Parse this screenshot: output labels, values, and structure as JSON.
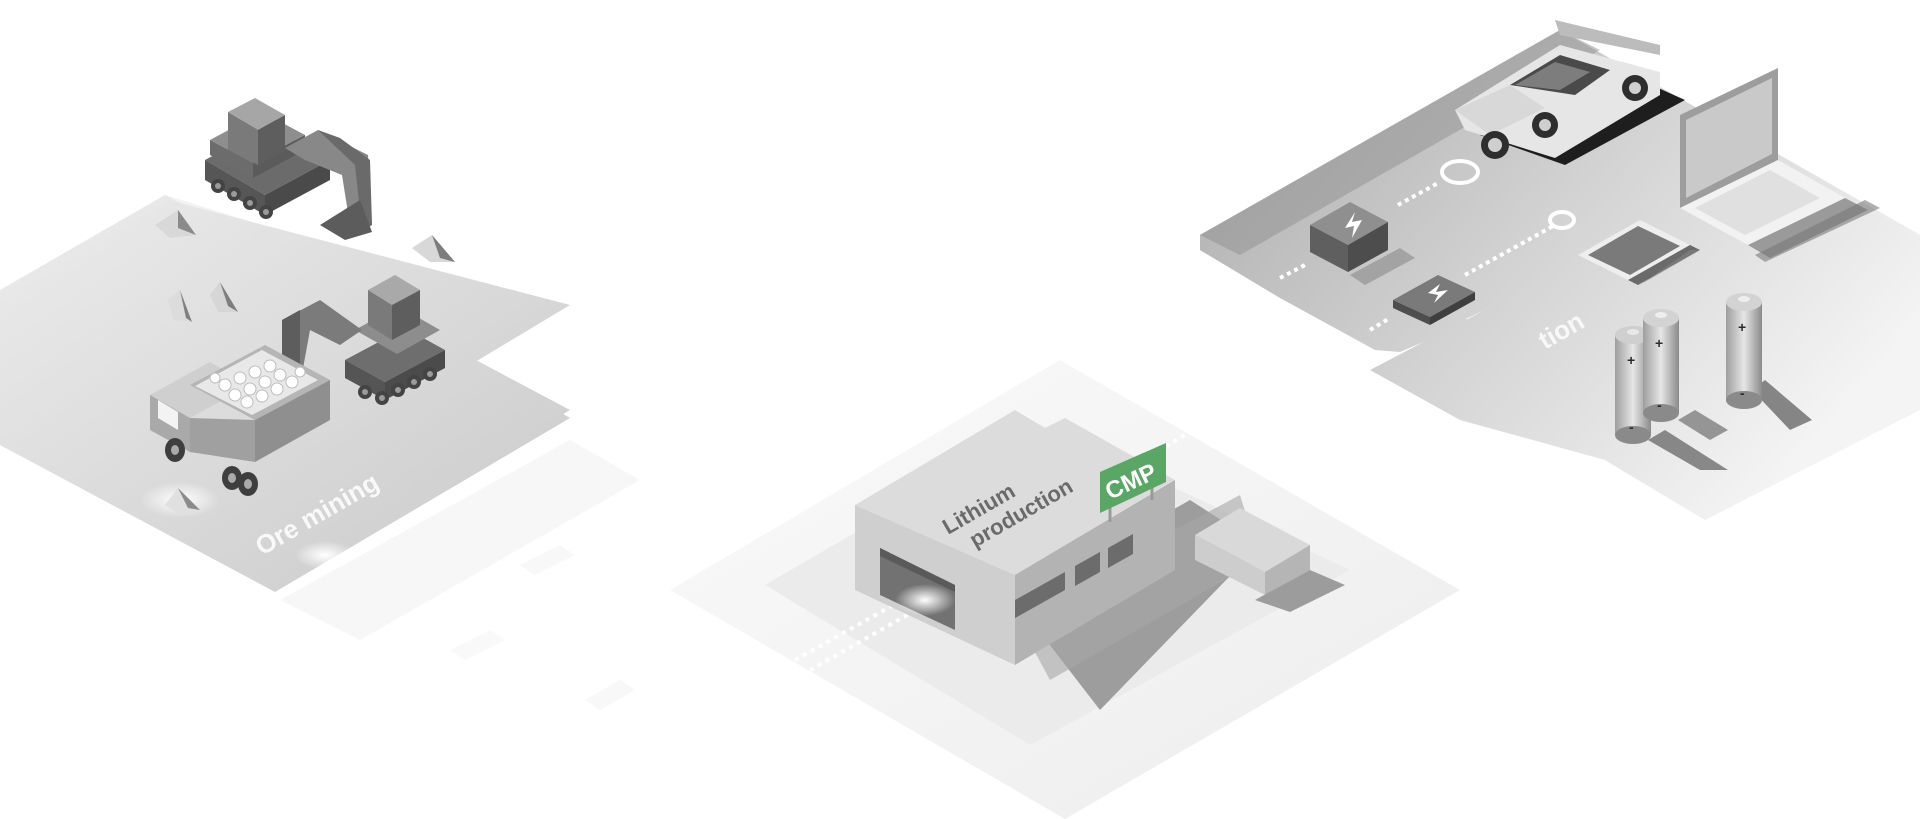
{
  "sections": {
    "ore_mining": {
      "label": "Ore mining"
    },
    "lithium_production": {
      "label_line1": "Lithium",
      "label_line2": "production"
    },
    "application": {
      "label_partial": "tion"
    }
  },
  "sign": {
    "text": "CMP",
    "color": "#5aa664"
  },
  "icons": [
    "excavator-icon",
    "dump-truck-icon",
    "factory-icon",
    "sports-car-icon",
    "laptop-icon",
    "tablet-icon",
    "battery-icon",
    "battery-pack-icon"
  ]
}
